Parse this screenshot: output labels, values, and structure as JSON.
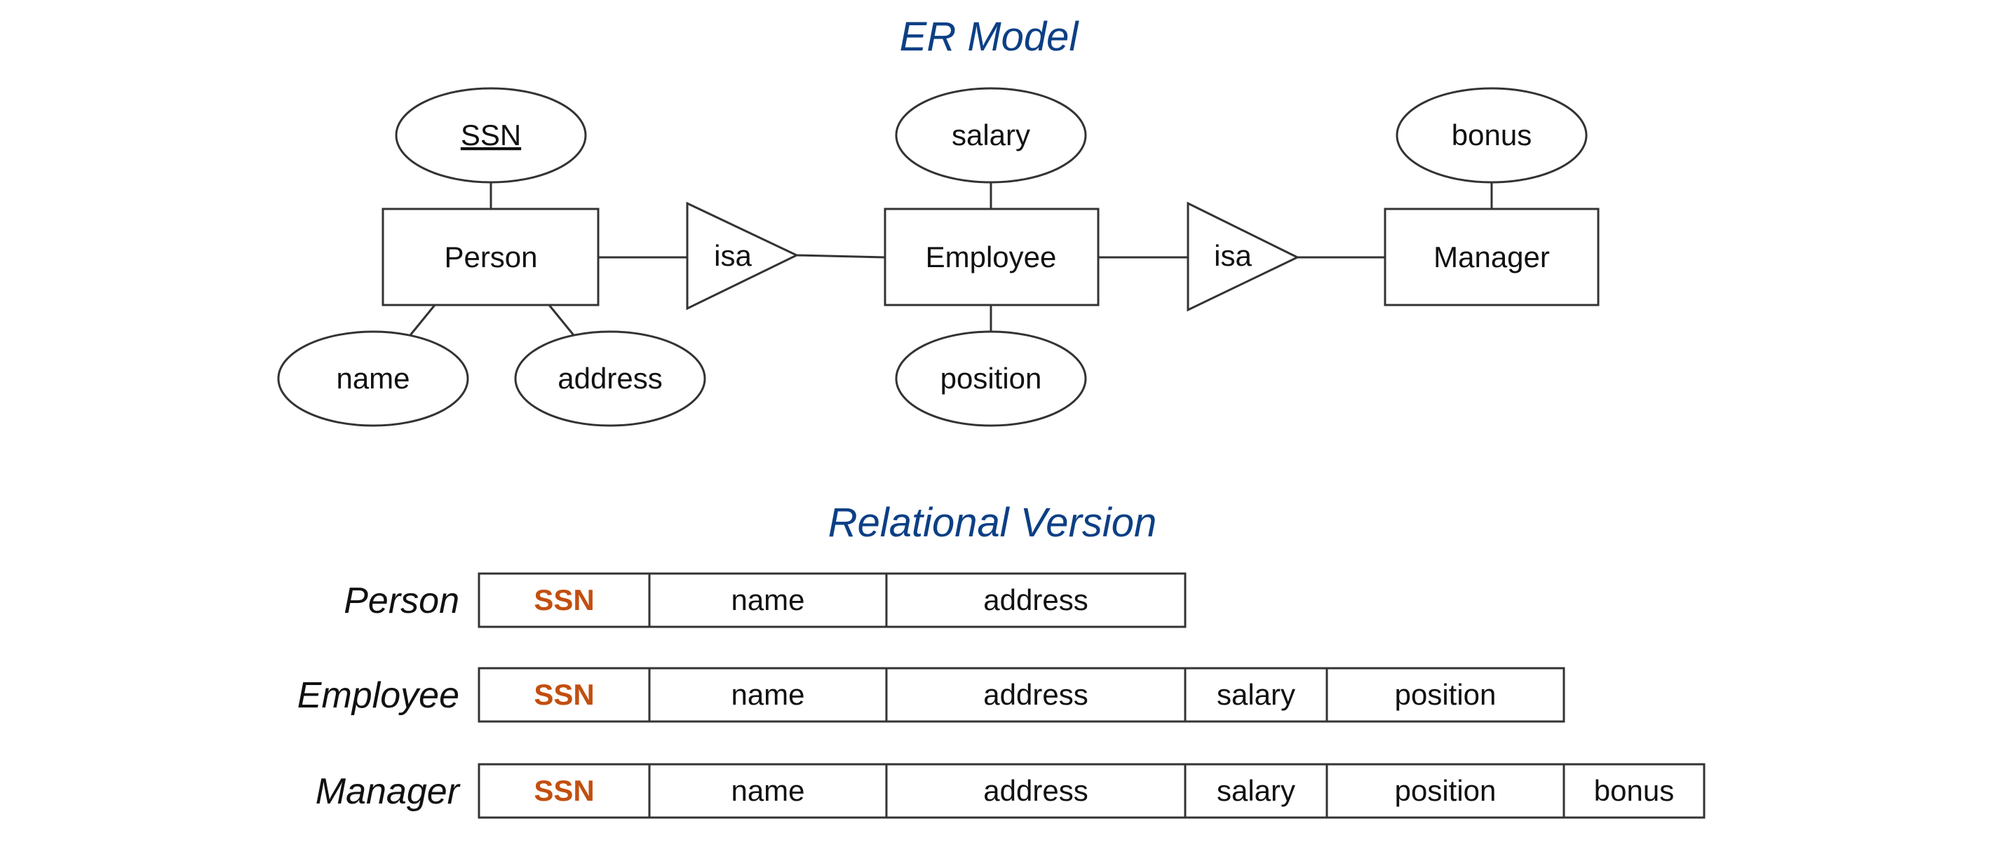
{
  "er_title": "ER Model",
  "relational_title": "Relational Version",
  "entities": {
    "person": "Person",
    "employee": "Employee",
    "manager": "Manager"
  },
  "attributes": {
    "ssn": "SSN",
    "name": "name",
    "address": "address",
    "salary": "salary",
    "position": "position",
    "bonus": "bonus"
  },
  "isa": [
    "isa",
    "isa"
  ],
  "relations": [
    {
      "name": "Person",
      "columns": [
        "SSN",
        "name",
        "address"
      ]
    },
    {
      "name": "Employee",
      "columns": [
        "SSN",
        "name",
        "address",
        "salary",
        "position"
      ]
    },
    {
      "name": "Manager",
      "columns": [
        "SSN",
        "name",
        "address",
        "salary",
        "position",
        "bonus"
      ]
    }
  ],
  "colors": {
    "title": "#0c3f85",
    "key": "#c24f0f",
    "stroke": "#333333"
  }
}
